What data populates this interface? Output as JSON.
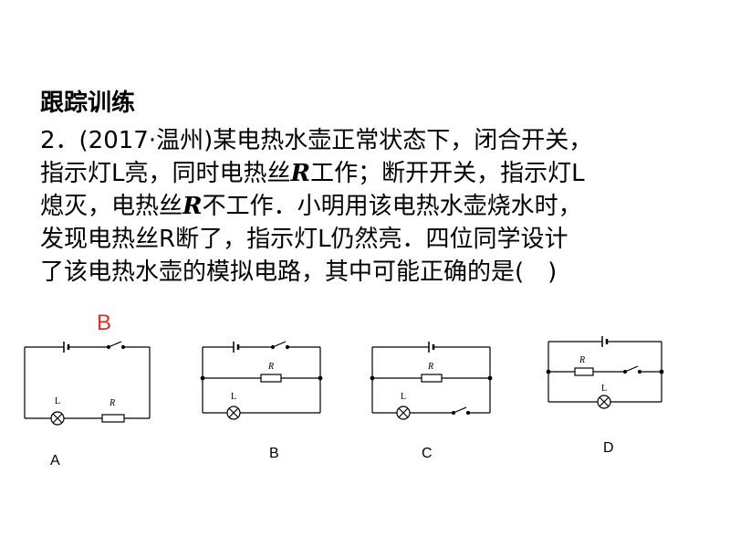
{
  "heading": "跟踪训练",
  "question": {
    "line1": "2．(2017·温州)某电热水壶正常状态下，闭合开关，",
    "line2_a": "指示灯L亮，同时电热丝",
    "line2_r": "R",
    "line2_b": "工作；断开开关，指示灯L",
    "line3_a": "熄灭，电热丝",
    "line3_r": "R",
    "line3_b": "不工作．小明用该电热水壶烧水时，",
    "line4": "发现电热丝R断了，指示灯L仍然亮．四位同学设计",
    "line5": "了该电热水壶的模拟电路，其中可能正确的是(　)"
  },
  "answer": "B",
  "options": [
    {
      "label": "A",
      "lamp": "L",
      "resistor": "R"
    },
    {
      "label": "B",
      "lamp": "L",
      "resistor": "R"
    },
    {
      "label": "C",
      "lamp": "L",
      "resistor": "R"
    },
    {
      "label": "D",
      "lamp": "L",
      "resistor": "R"
    }
  ]
}
